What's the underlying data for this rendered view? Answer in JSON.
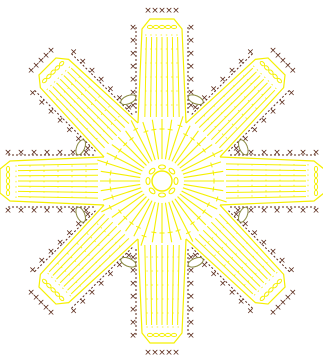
{
  "diagram": {
    "arm_count": 8,
    "colors": {
      "background": "#ffffff",
      "stitch": "#f5f000",
      "edge": "#5a2a1a",
      "oval_fill": "#ffffff",
      "oval_stroke": "#8a8a40"
    },
    "symbols": {
      "edge_stitch": "×",
      "chain": "oval",
      "tall_stitch": "crossed-line"
    }
  }
}
